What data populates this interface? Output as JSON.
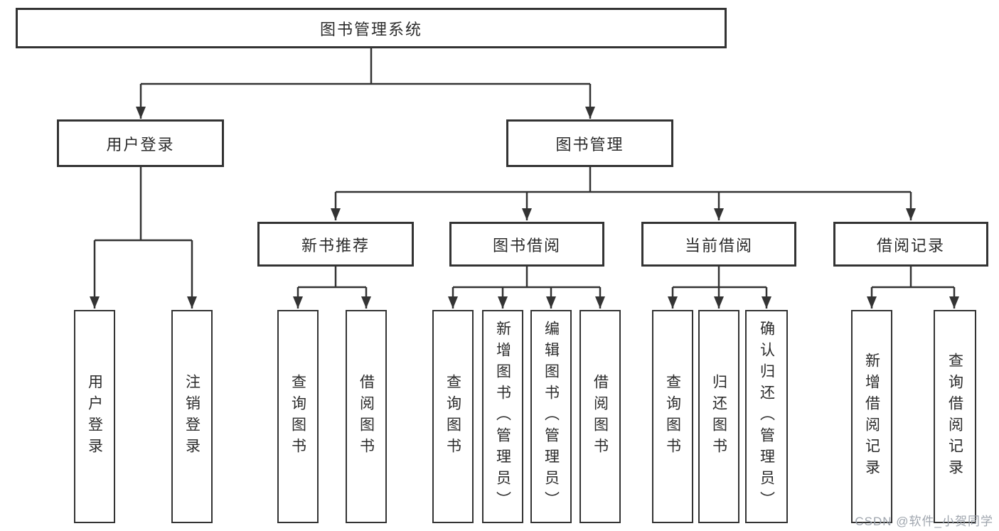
{
  "diagram": {
    "root": {
      "label": "图书管理系统"
    },
    "level1": [
      {
        "label": "用户登录"
      },
      {
        "label": "图书管理"
      }
    ],
    "level2": [
      {
        "label": "新书推荐"
      },
      {
        "label": "图书借阅"
      },
      {
        "label": "当前借阅"
      },
      {
        "label": "借阅记录"
      }
    ],
    "leaves": {
      "user_login": [
        "用户登录",
        "注销登录"
      ],
      "new_book_recommend": [
        "查询图书",
        "借阅图书"
      ],
      "book_borrow": [
        "查询图书",
        "新增图书（管理员）",
        "编辑图书（管理员）",
        "借阅图书"
      ],
      "current_borrow": [
        "查询图书",
        "归还图书",
        "确认归还（管理员）"
      ],
      "borrow_record": [
        "新增借阅记录",
        "查询借阅记录"
      ]
    }
  },
  "watermark": {
    "text": "CSDN @软件_小贺同学"
  },
  "colors": {
    "line": "#333333",
    "text": "#2b2b2b",
    "background": "#ffffff",
    "watermark": "#9aa1aa"
  }
}
